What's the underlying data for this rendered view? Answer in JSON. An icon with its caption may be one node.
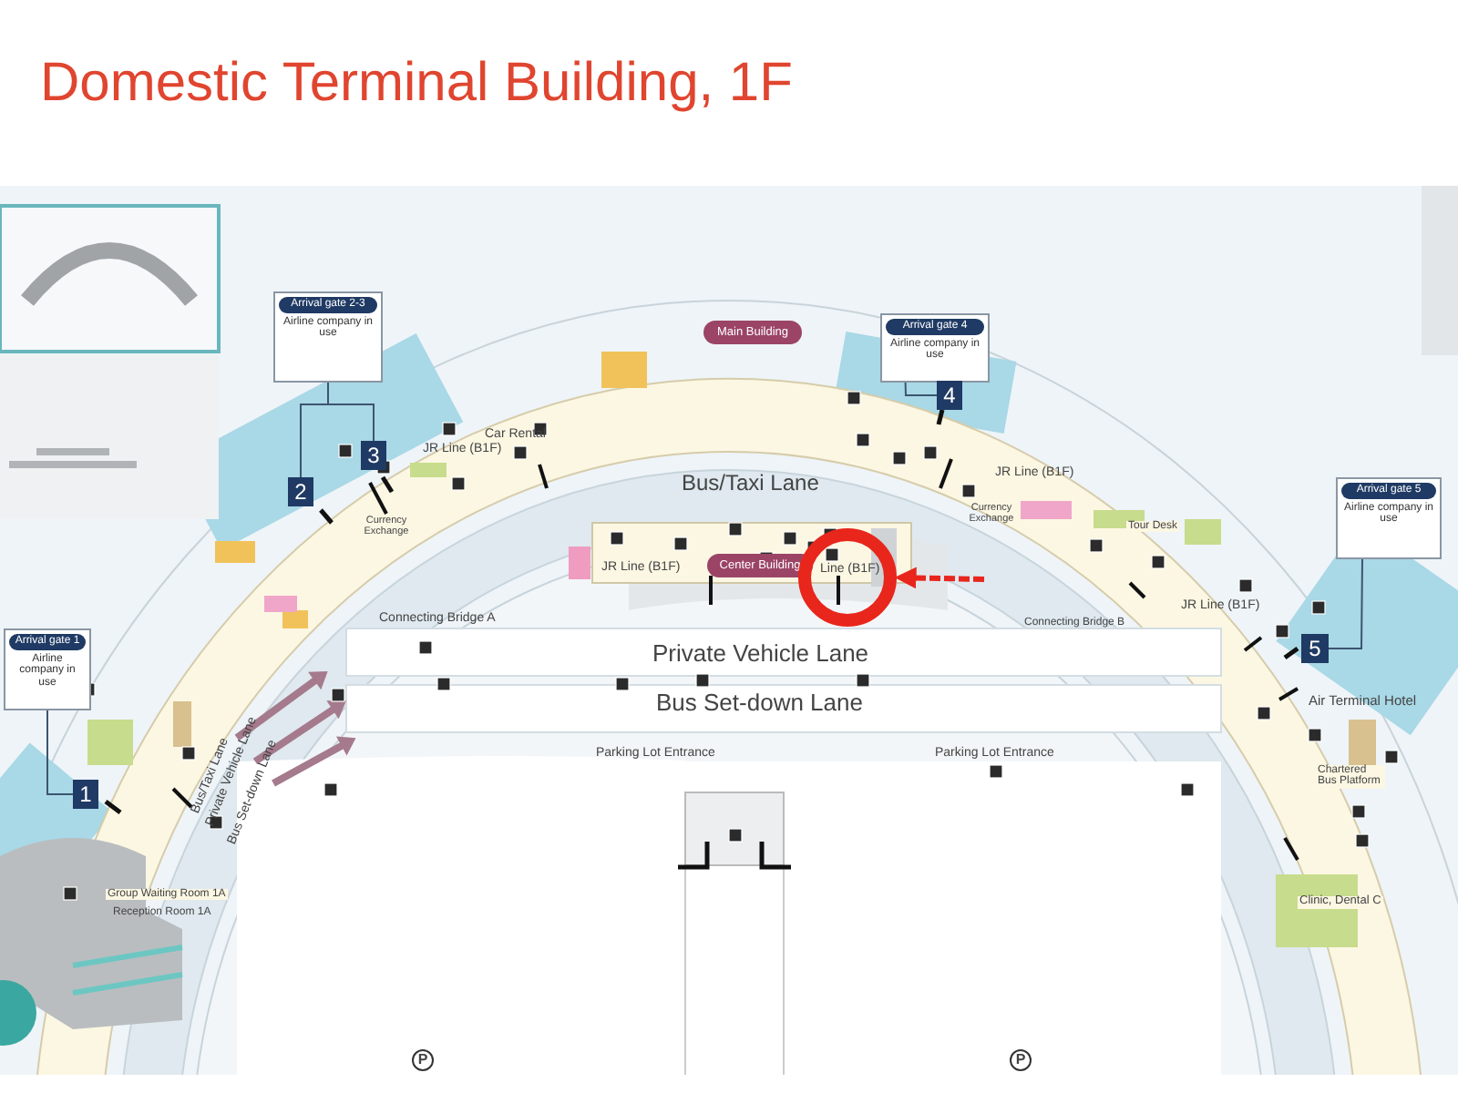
{
  "diagram": {
    "title": "Domestic Terminal Building, 1F",
    "nodes": [
      {
        "text": [
          "Arrival gate 2-3",
          "Airline company in use"
        ]
      },
      {
        "text": [
          "2"
        ]
      },
      {
        "text": [
          "3"
        ]
      },
      {
        "text": [
          "Arrival gate 1",
          "Airline company in use"
        ]
      },
      {
        "text": [
          "1"
        ]
      },
      {
        "text": [
          "Arrival gate 4",
          "Airline company in use"
        ]
      },
      {
        "text": [
          "4"
        ]
      },
      {
        "text": [
          "Arrival gate 5",
          "Airline company in use"
        ]
      },
      {
        "text": [
          "5"
        ]
      },
      {
        "text": [
          "Main Building"
        ]
      },
      {
        "text": [
          "Center Building"
        ]
      },
      {
        "text": [],
        "shape": "circle"
      }
    ],
    "edges": [
      {
        "from": 0,
        "to": 1,
        "arrow": "none"
      },
      {
        "from": 0,
        "to": 2,
        "arrow": "none"
      },
      {
        "from": 3,
        "to": 4,
        "arrow": "none"
      },
      {
        "from": 5,
        "to": 6,
        "arrow": "none"
      },
      {
        "from": 7,
        "to": 8,
        "arrow": "none"
      },
      {
        "from": null,
        "to": 11,
        "arrow": "to",
        "style": "dashed",
        "color": "#e8261c"
      }
    ],
    "labels": [
      "Car Rental",
      "Currency Exchange",
      "JR Line (B1F)",
      "Bus/Taxi Lane",
      "JR Line (B1F)",
      "Line (B1F)",
      "Connecting Bridge A",
      "Private Vehicle Lane",
      "Bus Set-down Lane",
      "Parking Lot Entrance",
      "Parking Lot Entrance",
      "Connecting Bridge B",
      "Currency Exchange",
      "JR Line (B1F)",
      "Tour Desk",
      "JR Line (B1F)",
      "Air Terminal Hotel",
      "Chartered Bus Platform",
      "Clinic, Dental C",
      "Bus/Taxi Lane",
      "Private Vehicle Lane",
      "Bus Set-down Lane",
      "Group Waiting Room 1A",
      "Reception Room 1A",
      "P",
      "P"
    ]
  }
}
